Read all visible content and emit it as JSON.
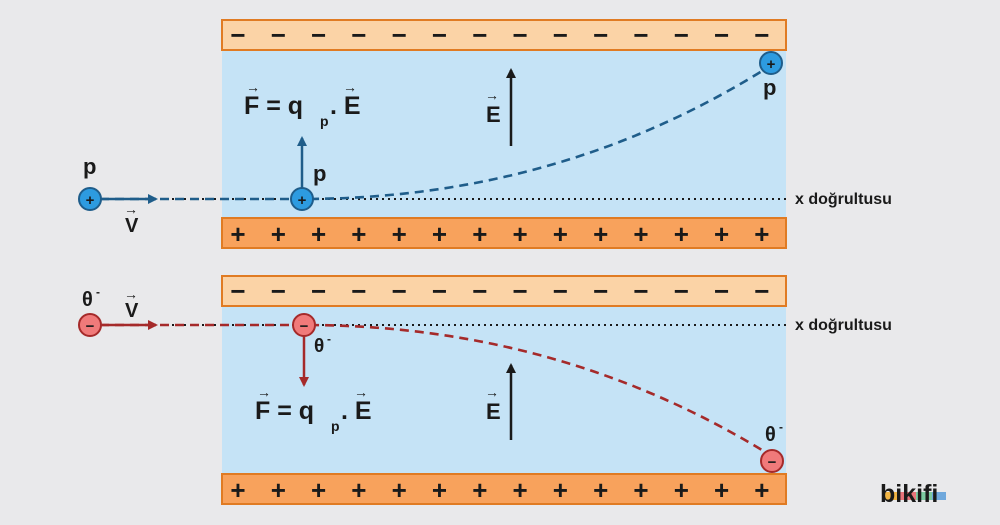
{
  "top_panel": {
    "top_plate_sign": "−",
    "bottom_plate_sign": "+",
    "plate_sign_count": 14,
    "particle_symbol": "+",
    "particle_label": "p",
    "velocity_label": "V",
    "force_formula_main": "F = q",
    "force_formula_sub": "p",
    "force_formula_end": ". E",
    "field_label": "E",
    "axis_label": "x doğrultusu",
    "particle_color": "#2d9be0",
    "path_color": "#1f5d8a"
  },
  "bottom_panel": {
    "top_plate_sign": "−",
    "bottom_plate_sign": "+",
    "plate_sign_count": 14,
    "particle_symbol": "−",
    "particle_label": "θ",
    "particle_label_sup": "-",
    "velocity_label": "V",
    "force_formula_main": "F = q",
    "force_formula_sub": "p",
    "force_formula_end": ". E",
    "field_label": "E",
    "axis_label": "x doğrultusu",
    "particle_color": "#f07a7a",
    "path_color": "#a52a2a"
  },
  "colors": {
    "field_region": "#c5e3f6",
    "negative_plate": "#fbd3a6",
    "positive_plate": "#f8a25c",
    "plate_border": "#e07b23"
  },
  "brand": "bikifi"
}
